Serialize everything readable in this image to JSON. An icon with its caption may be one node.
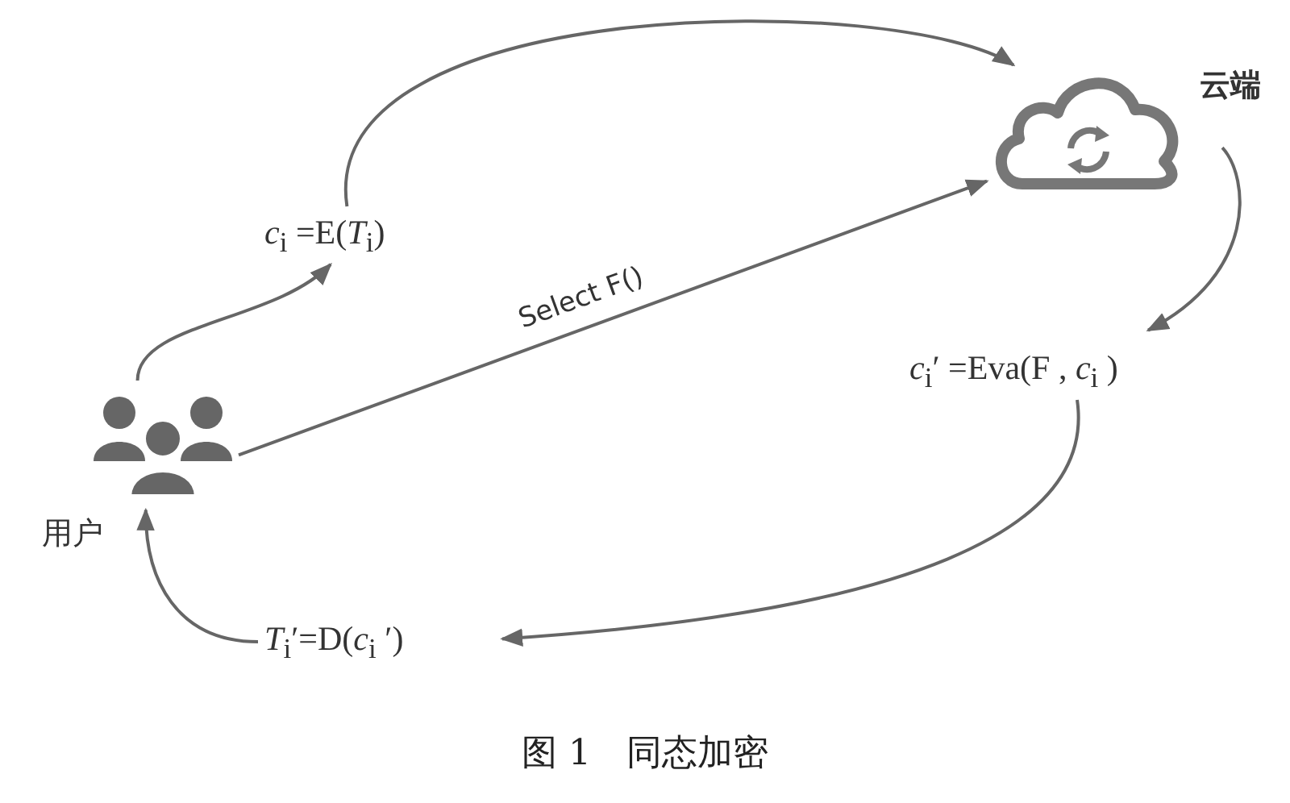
{
  "diagram": {
    "caption": "图 1　同态加密",
    "nodes": [
      {
        "text": [
          "用户"
        ]
      },
      {
        "text": [
          "云端"
        ]
      },
      {
        "text": [
          "*c*$_{i}$ =E(*T*$_{i}$)"
        ]
      },
      {
        "text": [
          "*c*$_{i}$′ =Eva(F , *c*$_{i}$ )"
        ]
      },
      {
        "text": [
          "*T*$_{i}$′=D(*c*$_{i}$ ′)"
        ]
      }
    ],
    "edges": [
      {
        "from": 0,
        "to": 2,
        "arrow": "to"
      },
      {
        "from": 2,
        "to": 1,
        "arrow": "to"
      },
      {
        "from": 0,
        "to": 1,
        "arrow": "to",
        "label": "Select F()"
      },
      {
        "from": 1,
        "to": 3,
        "arrow": "to"
      },
      {
        "from": 3,
        "to": 4,
        "arrow": "to"
      },
      {
        "from": 4,
        "to": 0,
        "arrow": "to"
      }
    ]
  }
}
